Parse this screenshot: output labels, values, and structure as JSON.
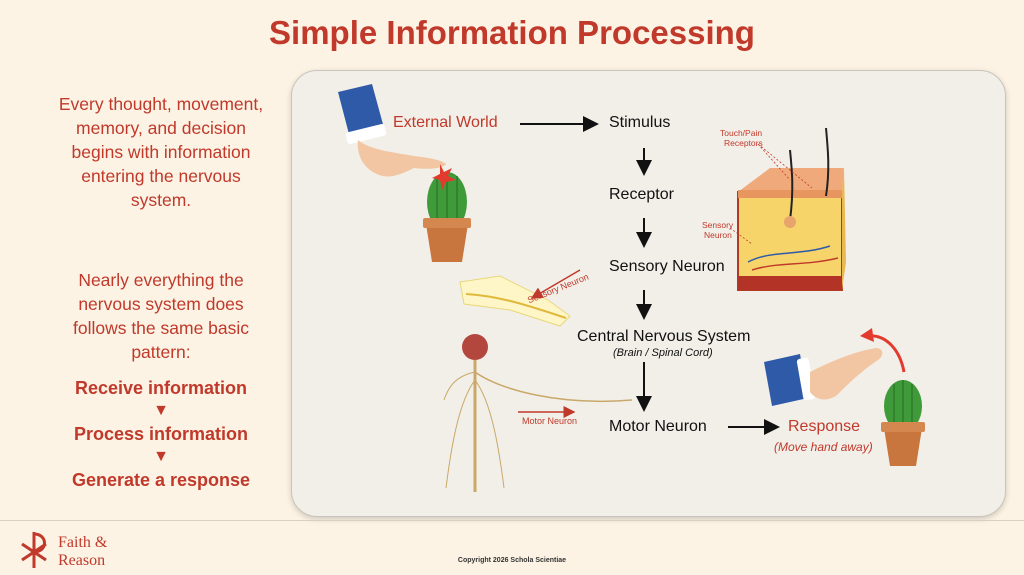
{
  "title": "Simple Information Processing",
  "left": {
    "paragraph1": "Every thought, movement, memory, and decision begins with information entering the nervous system.",
    "paragraph2": "Nearly everything the nervous system does follows the same basic pattern:",
    "steps": [
      "Receive information",
      "Process information",
      "Generate a response"
    ],
    "separator": "▼"
  },
  "diagram": {
    "external_world": "External World",
    "stimulus": "Stimulus",
    "receptor": "Receptor",
    "sensory_neuron": "Sensory Neuron",
    "cns": "Central Nervous System",
    "cns_sub": "(Brain / Spinal Cord)",
    "motor_neuron": "Motor Neuron",
    "response": "Response",
    "response_sub": "(Move hand away)",
    "skin_touch_pain_line1": "Touch/Pain",
    "skin_touch_pain_line2": "Receptors",
    "skin_sensory_line1": "Sensory",
    "skin_sensory_line2": "Neuron",
    "arm_sensory_label": "Sensory Neuron",
    "arm_motor_label": "Motor Neuron"
  },
  "footer": {
    "logo_line1": "Faith &",
    "logo_line2": "Reason",
    "copyright": "Copyright 2026 Schola Scientiae"
  },
  "colors": {
    "accent": "#c0392b",
    "background": "#fcf3e4",
    "panel": "#f2efe8",
    "cuff": "#2f5aa8",
    "cactus": "#3f9b3a",
    "pot": "#c8763e"
  }
}
